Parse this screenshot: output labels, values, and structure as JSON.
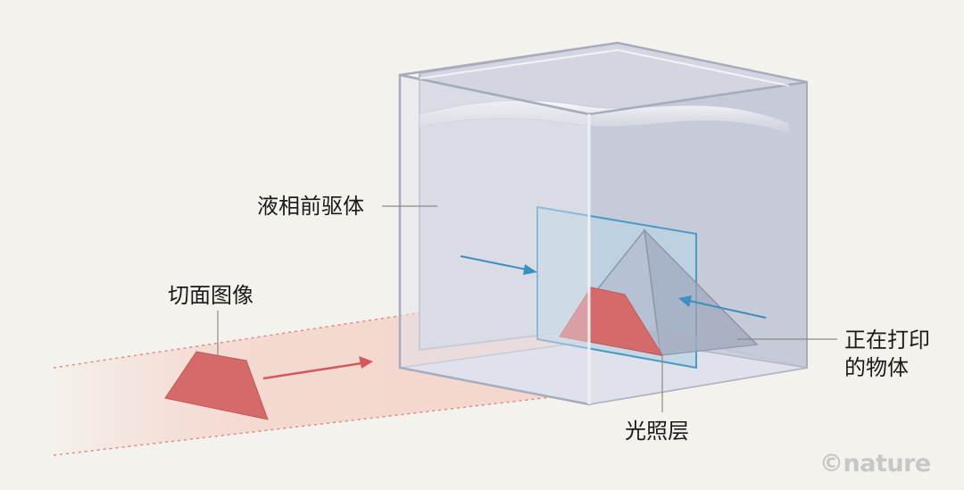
{
  "labels": {
    "liquid_precursor": "液相前驱体",
    "slice_image": "切面图像",
    "object_line1": "正在打印",
    "object_line2": "的物体",
    "illuminated_layer": "光照层"
  },
  "credit": "©nature",
  "colors": {
    "background": "#f4f2ec",
    "tank_glass": "#c9ccd8",
    "tank_edge": "#a7acbd",
    "light_sheet": "#b9d3e3",
    "light_sheet_edge": "#4b9ac6",
    "slice_red": "#d46a6a",
    "beam_red": "#f2c8c0",
    "arrow_blue": "#3d8fc0",
    "arrow_red": "#d45a5a",
    "leader_line": "#8a8a8a"
  }
}
